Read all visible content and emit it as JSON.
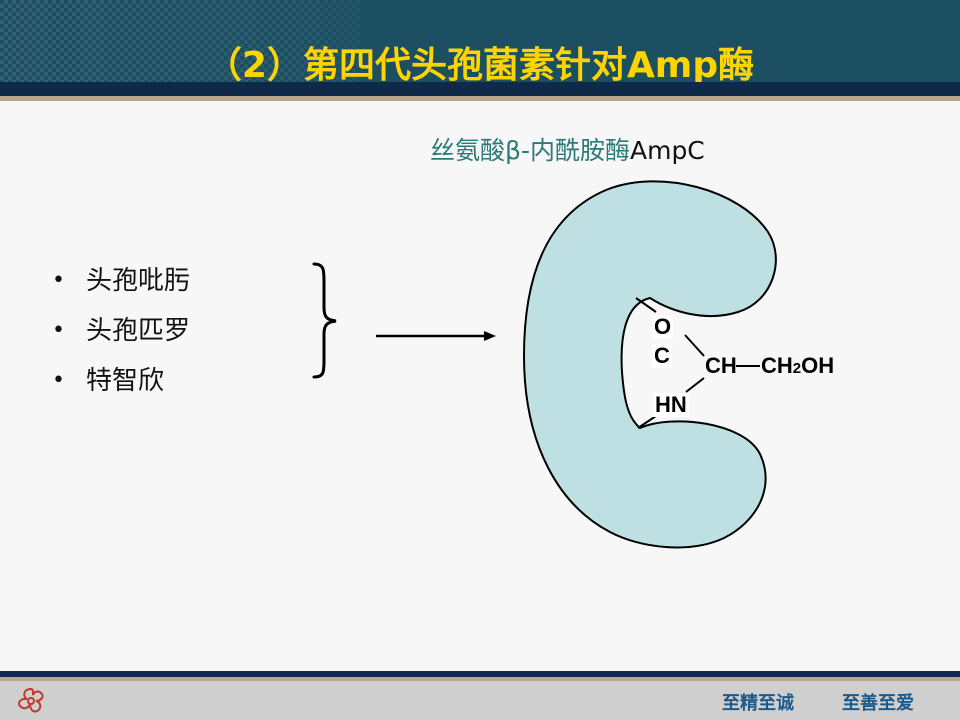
{
  "slide": {
    "title": "（2）第四代头孢菌素针对Amp酶"
  },
  "enzyme": {
    "label_prefix": "丝氨酸β-内酰胺酶",
    "label_suffix": "AmpC"
  },
  "drugs": {
    "bullet": "•",
    "items": [
      {
        "name": "头孢吡肟"
      },
      {
        "name": "头孢匹罗"
      },
      {
        "name": "特智欣"
      }
    ]
  },
  "molecule": {
    "o": "O",
    "c": "C",
    "hn": "HN",
    "ch": "CH",
    "ch2oh_main": "CH",
    "ch2oh_sub": "2",
    "ch2oh_end": "OH"
  },
  "footer": {
    "motto_1": "至精至诚",
    "motto_2": "至善至爱"
  },
  "colors": {
    "title": "#ffd400",
    "header": "#1d4f63",
    "enzyme_shape": "#bfe0e2",
    "label_teal": "#2b7a78"
  }
}
